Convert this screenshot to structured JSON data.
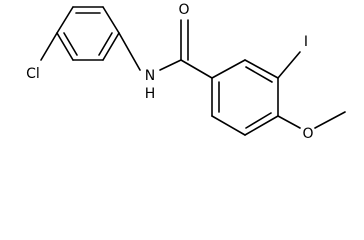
{
  "molecule": {
    "atoms": {
      "chlorine": "Cl",
      "amide_nitrogen": "N",
      "amide_hydrogen": "H",
      "carbonyl_oxygen": "O",
      "iodine": "I",
      "ether_oxygen": "O"
    }
  }
}
